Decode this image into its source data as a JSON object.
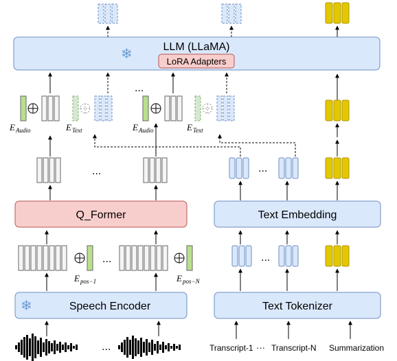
{
  "llm": {
    "title": "LLM (LLaMA)",
    "lora": "LoRA Adapters"
  },
  "q_former": "Q_Former",
  "text_embedding": "Text Embedding",
  "speech_encoder": "Speech Encoder",
  "text_tokenizer": "Text Tokenizer",
  "inputs": {
    "transcript_1": "Transcript-1",
    "transcript_n": "Transcript-N",
    "summarization": "Summarization"
  },
  "symbols": {
    "e_audio_main": "E",
    "e_audio_sub": "Audio",
    "e_text_main": "E",
    "e_text_sub": "Text",
    "e_pos1_main": "E",
    "e_pos1_sub": "pos−1",
    "e_posn_main": "E",
    "e_posn_sub": "pos−N",
    "ellipsis": "···",
    "ellipsis_dots": "...",
    "oplus": "⊕",
    "snowflake": "❄"
  },
  "colors": {
    "blue_fill": "#dae8fc",
    "blue_stroke": "#6c8ebf",
    "red_fill": "#f8cecc",
    "red_stroke": "#b85450",
    "green_fill": "#d5e8d4",
    "green_bar": "#b9e08c",
    "yellow": "#e3c800",
    "yellow_stroke": "#b09500",
    "gray_fill": "#f5f5f5",
    "snow": "#6c9bd2"
  }
}
